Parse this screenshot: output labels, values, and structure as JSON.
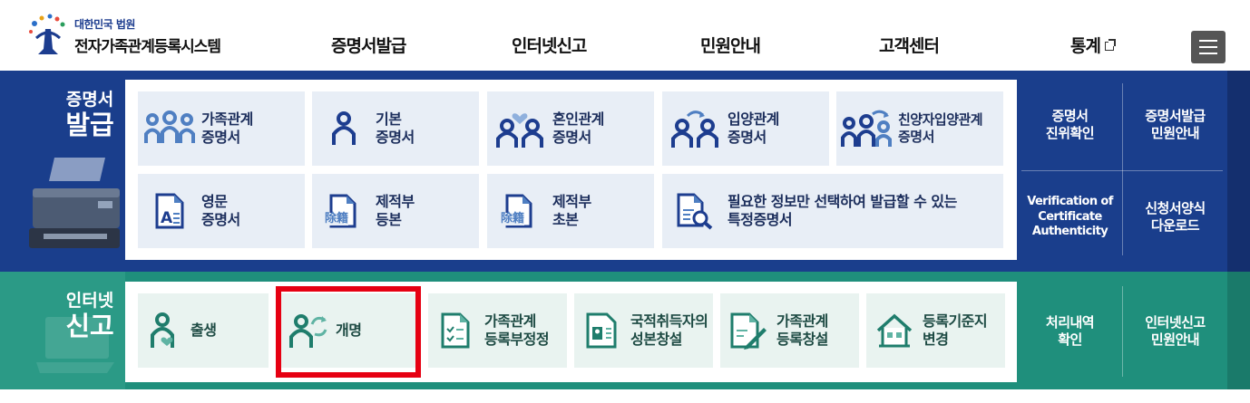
{
  "header": {
    "logo_small": "대한민국 법원",
    "logo_big": "전자가족관계등록시스템",
    "nav": [
      "증명서발급",
      "인터넷신고",
      "민원안내",
      "고객센터",
      "통계"
    ]
  },
  "issuance": {
    "title_line1": "증명서",
    "title_line2": "발급",
    "tiles": [
      {
        "line1": "가족관계",
        "line2": "증명서",
        "icon": "family-icon"
      },
      {
        "line1": "기본",
        "line2": "증명서",
        "icon": "person-icon"
      },
      {
        "line1": "혼인관계",
        "line2": "증명서",
        "icon": "couple-heart-icon"
      },
      {
        "line1": "입양관계",
        "line2": "증명서",
        "icon": "adoption-icon"
      },
      {
        "line1": "친양자입양관계",
        "line2": "증명서",
        "icon": "family-adoption-icon"
      },
      {
        "line1": "영문",
        "line2": "증명서",
        "icon": "english-document-icon"
      },
      {
        "line1": "제적부",
        "line2": "등본",
        "icon": "removed-register-document-icon"
      },
      {
        "line1": "제적부",
        "line2": "초본",
        "icon": "removed-register-document-icon"
      },
      {
        "line1": "필요한 정보만 선택하여 발급할 수 있는",
        "line2": "특정증명서",
        "icon": "document-search-icon"
      }
    ],
    "side": [
      {
        "line1": "증명서",
        "line2": "진위확인"
      },
      {
        "line1": "증명서발급",
        "line2": "민원안내"
      },
      {
        "line1": "Verification of",
        "line2": "Certificate",
        "line3": "Authenticity"
      },
      {
        "line1": "신청서양식",
        "line2": "다운로드"
      }
    ],
    "register_glyphs": "除籍"
  },
  "report": {
    "title_line1": "인터넷",
    "title_line2": "신고",
    "tiles": [
      {
        "line1": "출생",
        "icon": "birth-icon"
      },
      {
        "line1": "개명",
        "icon": "name-change-icon"
      },
      {
        "line1": "가족관계",
        "line2": "등록부정정",
        "icon": "checklist-document-icon"
      },
      {
        "line1": "국적취득자의",
        "line2": "성본창설",
        "icon": "id-card-icon"
      },
      {
        "line1": "가족관계",
        "line2": "등록창설",
        "icon": "document-pen-icon"
      },
      {
        "line1": "등록기준지",
        "line2": "변경",
        "icon": "house-icon"
      }
    ],
    "side": [
      {
        "line1": "처리내역",
        "line2": "확인"
      },
      {
        "line1": "인터넷신고",
        "line2": "민원안내"
      }
    ]
  },
  "colors": {
    "issuance_band": "#1a3e8c",
    "report_band": "#1f8f7c",
    "highlight": "#e60012"
  }
}
